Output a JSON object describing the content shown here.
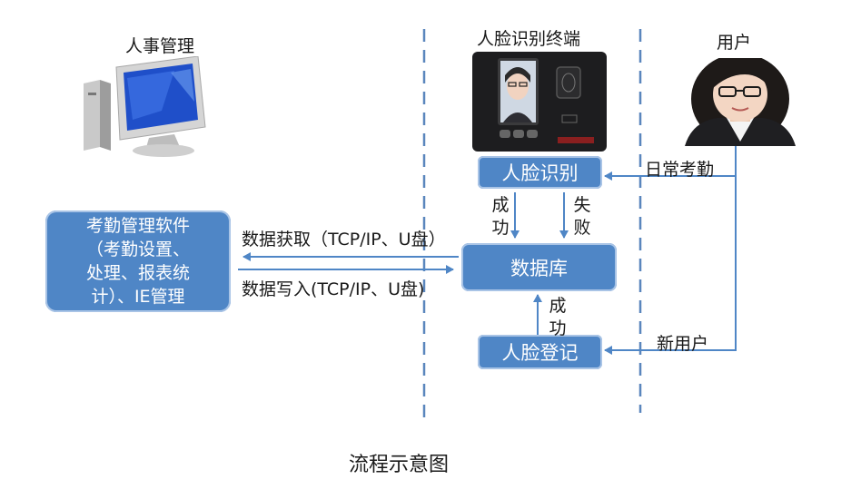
{
  "lanes": {
    "hr": "人事管理",
    "terminal": "人脸识别终端",
    "user": "用户"
  },
  "software_box": [
    "考勤管理软件",
    "（考勤设置、",
    "处理、报表统",
    "计）、IE管理"
  ],
  "face_recognition_box": "人脸识别",
  "database_box": "数据库",
  "face_register_box": "人脸登记",
  "arrows": {
    "fetch": "数据获取（TCP/IP、U盘）",
    "write": "数据写入(TCP/IP、U盘)",
    "success_down": [
      "成",
      "功"
    ],
    "fail_down": [
      "失",
      "败"
    ],
    "success_up": [
      "成",
      "功"
    ],
    "daily_attendance": "日常考勤",
    "new_user": "新用户"
  },
  "caption": "流程示意图",
  "colors": {
    "box_fill": "#4f86c6",
    "line": "#4f86c6",
    "dashed": "#5a86bd"
  }
}
